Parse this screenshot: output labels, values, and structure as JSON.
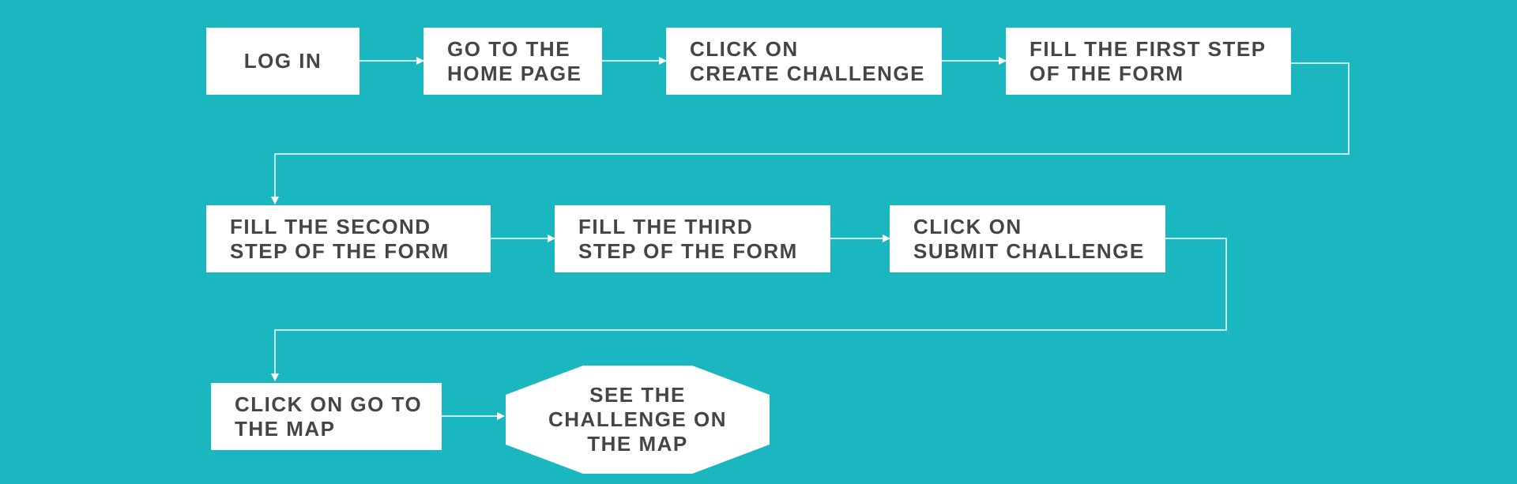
{
  "colors": {
    "background": "#1ab7c1",
    "node_fill": "#ffffff",
    "node_text": "#454545",
    "connector": "#ffffff"
  },
  "nodes": [
    {
      "id": "log-in",
      "lines": [
        "LOG IN"
      ]
    },
    {
      "id": "home-page",
      "lines": [
        "GO TO THE",
        "HOME PAGE"
      ]
    },
    {
      "id": "create-challenge",
      "lines": [
        "CLICK ON",
        "CREATE CHALLENGE"
      ]
    },
    {
      "id": "form-step-1",
      "lines": [
        "FILL THE FIRST STEP",
        "OF THE FORM"
      ]
    },
    {
      "id": "form-step-2",
      "lines": [
        "FILL THE SECOND",
        "STEP OF THE FORM"
      ]
    },
    {
      "id": "form-step-3",
      "lines": [
        "FILL THE THIRD",
        "STEP OF THE FORM"
      ]
    },
    {
      "id": "submit-challenge",
      "lines": [
        "CLICK ON",
        "SUBMIT CHALLENGE"
      ]
    },
    {
      "id": "go-to-map",
      "lines": [
        "CLICK ON GO TO",
        "THE MAP"
      ]
    },
    {
      "id": "see-on-map",
      "lines": [
        "SEE THE",
        "CHALLENGE ON",
        "THE MAP"
      ]
    }
  ],
  "edges": [
    [
      "log-in",
      "home-page"
    ],
    [
      "home-page",
      "create-challenge"
    ],
    [
      "create-challenge",
      "form-step-1"
    ],
    [
      "form-step-1",
      "form-step-2"
    ],
    [
      "form-step-2",
      "form-step-3"
    ],
    [
      "form-step-3",
      "submit-challenge"
    ],
    [
      "submit-challenge",
      "go-to-map"
    ],
    [
      "go-to-map",
      "see-on-map"
    ]
  ]
}
